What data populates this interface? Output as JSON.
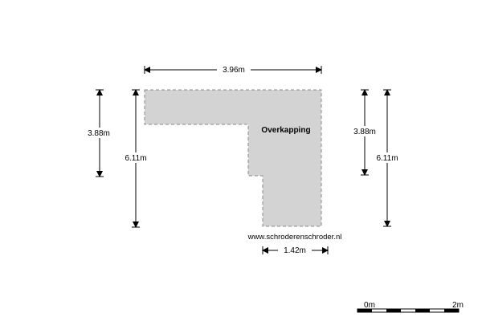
{
  "room": {
    "name": "Overkapping",
    "fill_color": "#d3d3d3",
    "outline_color": "#888888"
  },
  "dimensions": {
    "top_width": "3.96m",
    "left_inner_height": "3.88m",
    "left_outer_height": "6.11m",
    "right_inner_height": "3.88m",
    "right_outer_height": "6.11m",
    "bottom_width": "1.42m"
  },
  "website": "www.schroderenschroder.nl",
  "scale_bar": {
    "start_label": "0m",
    "end_label": "2m"
  }
}
